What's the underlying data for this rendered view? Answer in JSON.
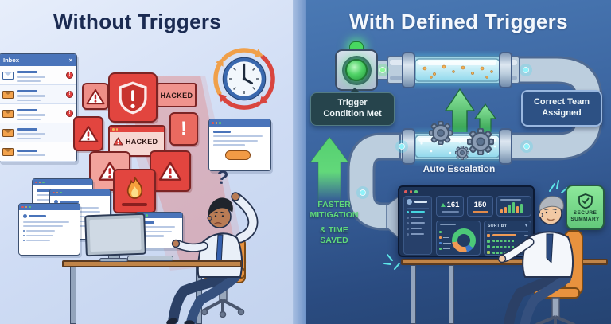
{
  "left": {
    "title": "Without Triggers",
    "inbox_title": "Inbox",
    "close": "×",
    "alert_excl": "!",
    "hacked_badge": "HACKED",
    "hacked_window": "HACKED",
    "question_mark": "?"
  },
  "right": {
    "title": "With Defined Triggers",
    "trigger_label_1": "Trigger",
    "trigger_label_2": "Condition Met",
    "team_label_1": "Correct Team",
    "team_label_2": "Assigned",
    "auto_escalation": "Auto Escalation",
    "mitigation_1": "FASTER",
    "mitigation_2": "MITIGATION",
    "mitigation_3": "& TIME",
    "mitigation_4": "SAVED",
    "dashboard": {
      "stat_up": "161",
      "stat_flat": "150",
      "sort_by": "SORT BY",
      "chevron": "▾"
    },
    "badge_1": "SECURE",
    "badge_2": "SUMMARY"
  },
  "colors": {
    "alert_red": "#e2453f",
    "success_green": "#4cc878",
    "pipe_cyan": "#9fdcee",
    "chair_orange": "#e8923e",
    "panel_light": "#cdd9f1",
    "panel_dark": "#2e5288"
  }
}
